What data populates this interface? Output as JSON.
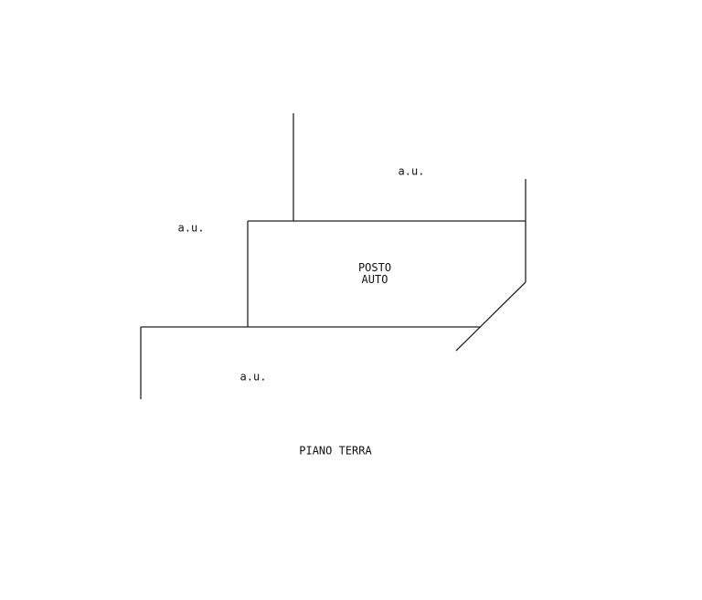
{
  "labels": {
    "au_top": "a.u.",
    "au_left": "a.u.",
    "au_bottom": "a.u.",
    "posto_line1": "POSTO",
    "posto_line2": "AUTO",
    "floor_title": "PIANO TERRA"
  },
  "colors": {
    "line": "#222222",
    "background": "#ffffff"
  }
}
